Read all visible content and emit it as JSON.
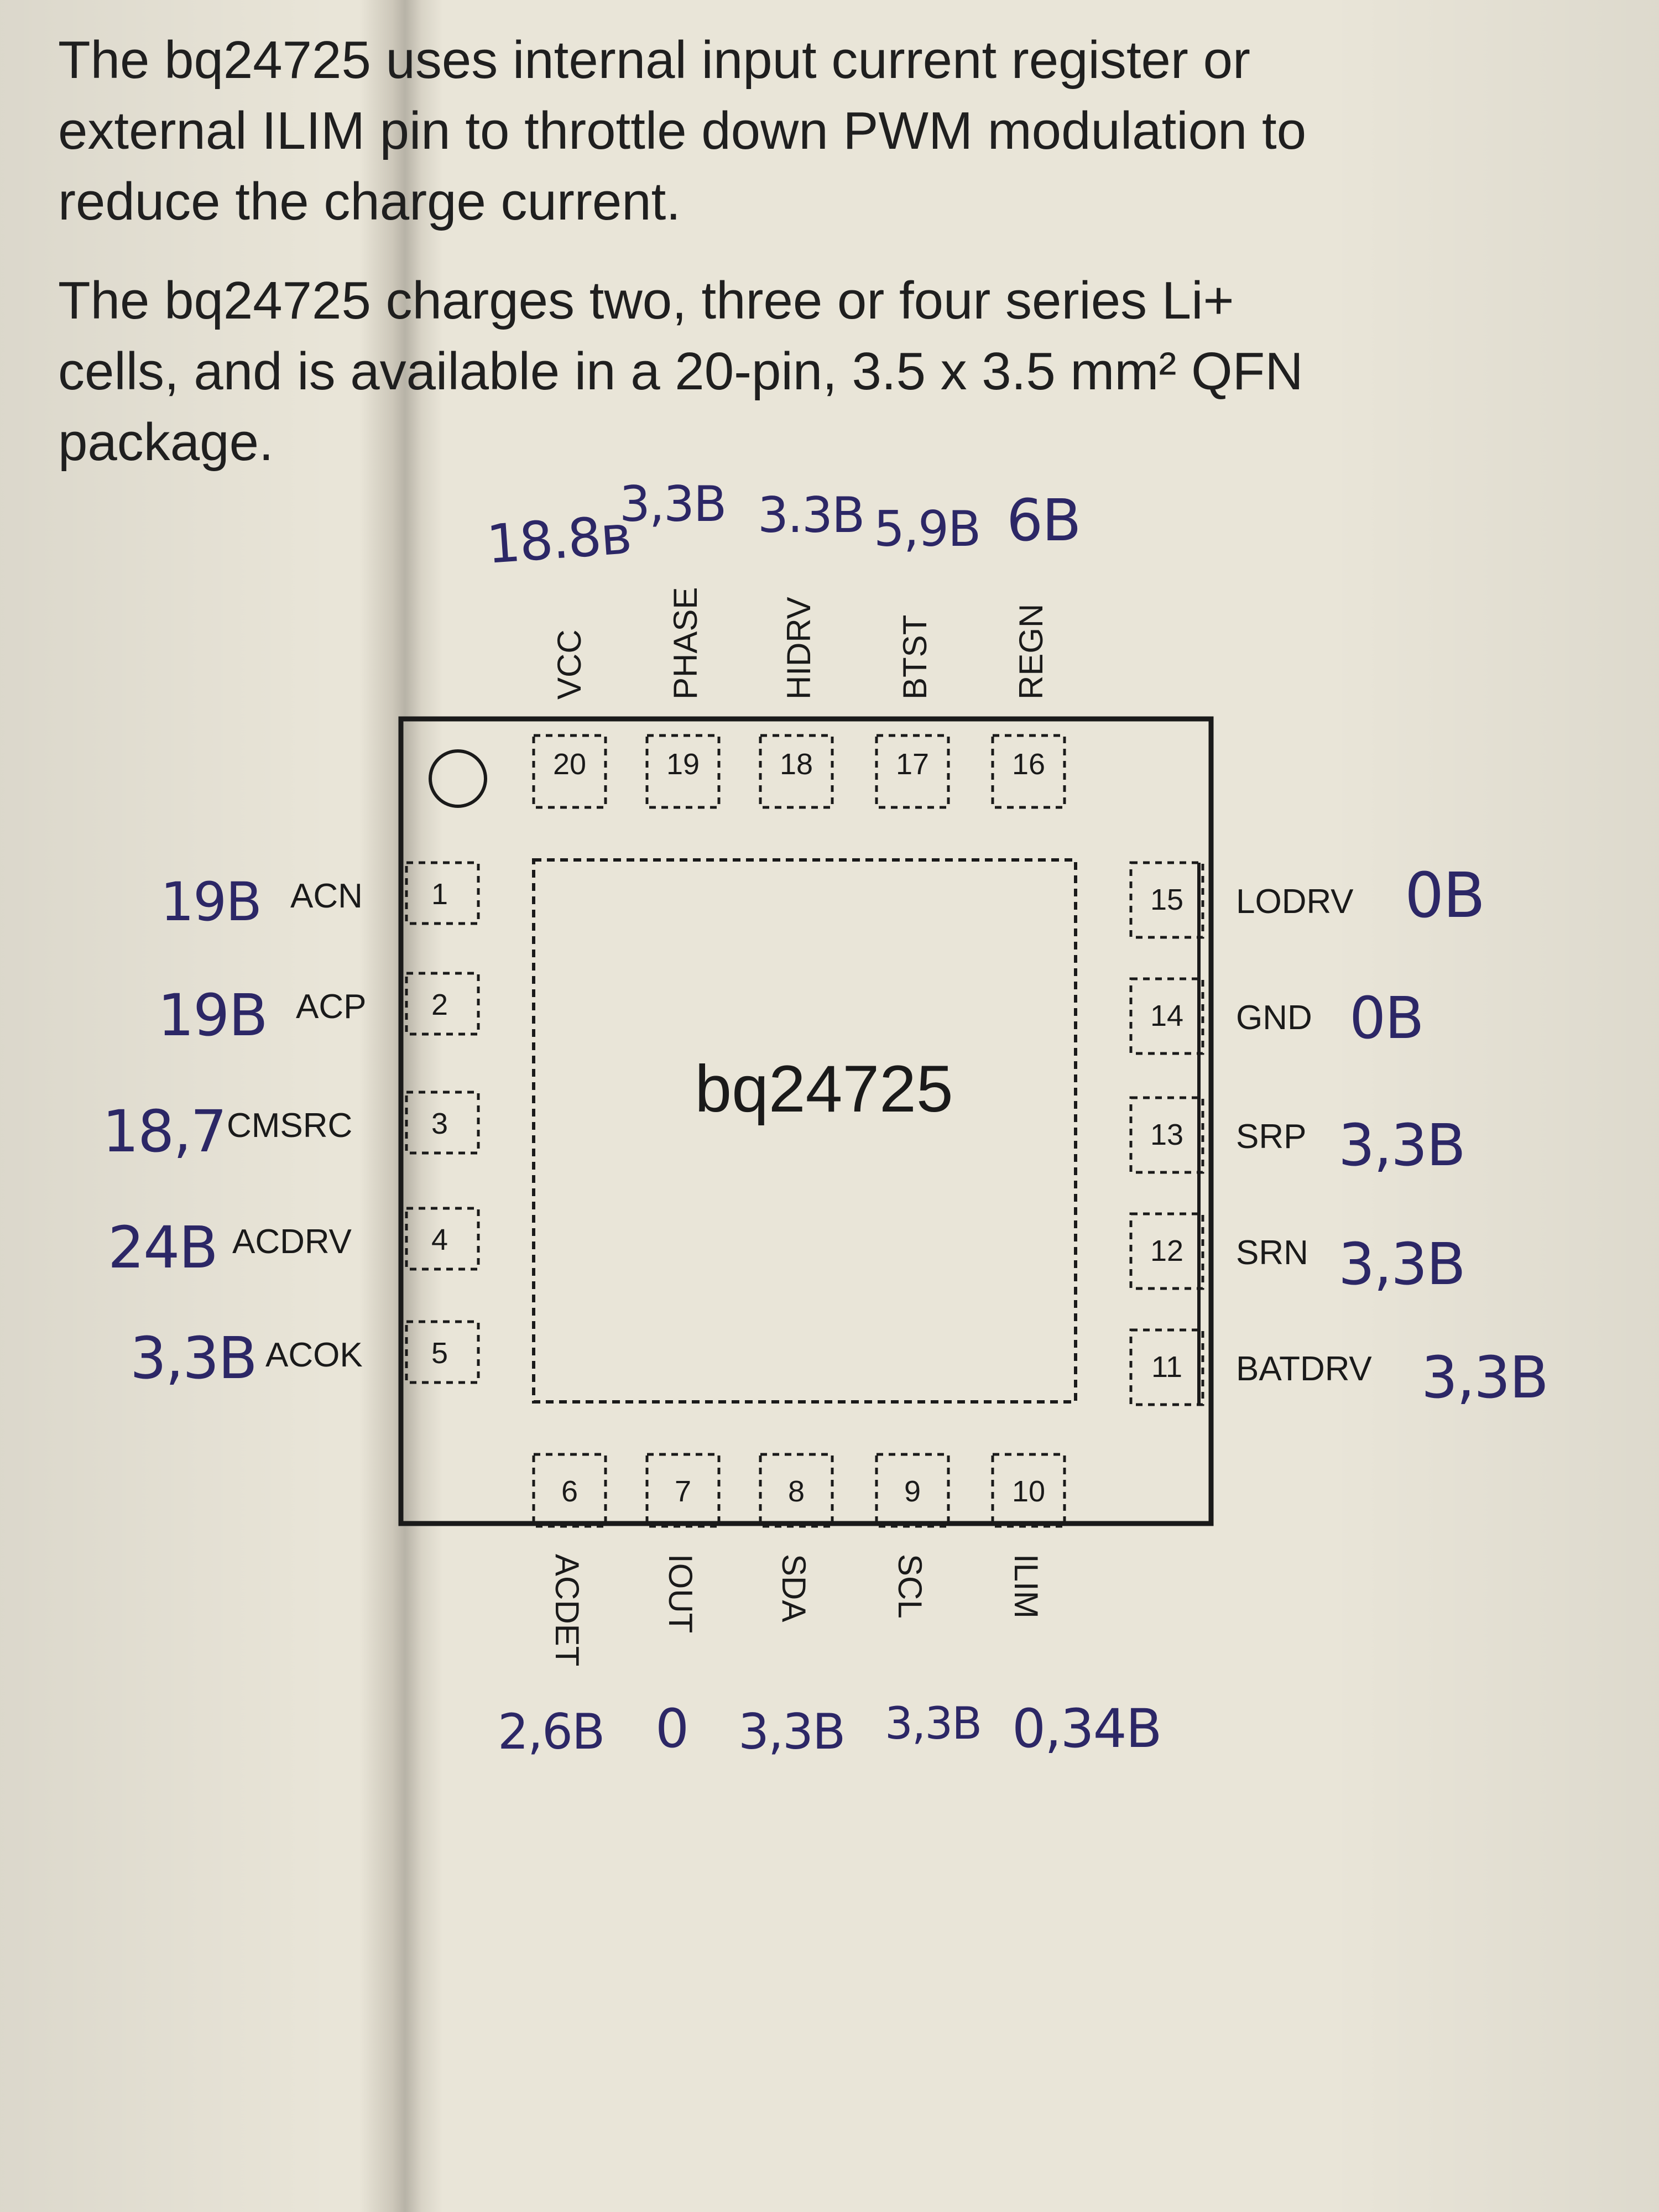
{
  "text": {
    "paragraph1": "The bq24725 uses internal input current register or\nexternal ILIM pin to throttle down PWM modulation to\nreduce the charge current.",
    "paragraph2": "The bq24725 charges two, three or four series Li+\ncells, and is available in a 20-pin, 3.5 x 3.5 mm² QFN\npackage."
  },
  "chip": {
    "name": "bq24725"
  },
  "pins": {
    "top": [
      {
        "num": "20",
        "label": "VCC",
        "hand": "18.8в"
      },
      {
        "num": "19",
        "label": "PHASE",
        "hand": "3,3B"
      },
      {
        "num": "18",
        "label": "HIDRV",
        "hand": "3.3B"
      },
      {
        "num": "17",
        "label": "BTST",
        "hand": "5,9B"
      },
      {
        "num": "16",
        "label": "REGN",
        "hand": "6B"
      }
    ],
    "left": [
      {
        "num": "1",
        "label": "ACN",
        "hand": "19B"
      },
      {
        "num": "2",
        "label": "ACP",
        "hand": "19B"
      },
      {
        "num": "3",
        "label": "CMSRC",
        "hand": "18,7"
      },
      {
        "num": "4",
        "label": "ACDRV",
        "hand": "24B"
      },
      {
        "num": "5",
        "label": "ACOK",
        "hand": "3,3B"
      }
    ],
    "right": [
      {
        "num": "15",
        "label": "LODRV",
        "hand": "0B"
      },
      {
        "num": "14",
        "label": "GND",
        "hand": "0B"
      },
      {
        "num": "13",
        "label": "SRP",
        "hand": "3,3B"
      },
      {
        "num": "12",
        "label": "SRN",
        "hand": "3,3B"
      },
      {
        "num": "11",
        "label": "BATDRV",
        "hand": "3,3B"
      }
    ],
    "bottom": [
      {
        "num": "6",
        "label": "ACDET",
        "hand": "2,6B"
      },
      {
        "num": "7",
        "label": "IOUT",
        "hand": "0"
      },
      {
        "num": "8",
        "label": "SDA",
        "hand": "3,3B"
      },
      {
        "num": "9",
        "label": "SCL",
        "hand": "3,3B"
      },
      {
        "num": "10",
        "label": "ILIM",
        "hand": "0,34B"
      }
    ]
  },
  "colors": {
    "paper": "#e9e5d8",
    "ink": "#1a1a1a",
    "handwriting": "#2c2766"
  }
}
